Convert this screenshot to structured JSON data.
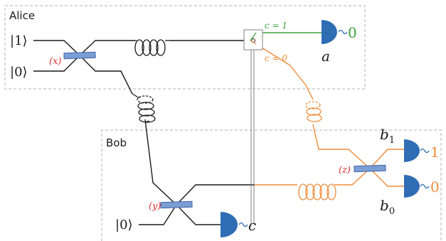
{
  "parties": {
    "alice": "Alice",
    "bob": "Bob"
  },
  "inputs": {
    "alice_top": "|1⟩",
    "alice_bottom": "|0⟩",
    "bob_bottom": "|0⟩"
  },
  "beamsplitters": {
    "x": "(x)",
    "y": "(y)",
    "z": "(z)"
  },
  "switch": {
    "c1": "c = 1",
    "c0": "c = 0"
  },
  "detectors": {
    "a_label": "a",
    "a_value": "0",
    "b1_label": "b",
    "b1_sub": "1",
    "b1_value": "1",
    "b0_label": "b",
    "b0_sub": "0",
    "b0_value": "0",
    "c_label": "c"
  },
  "colors": {
    "black_path": "#1a1a1a",
    "orange_path": "#f08c3a",
    "green_path": "#3aa23a",
    "red_label": "#e03030",
    "detector_blue": "#2f6db5",
    "splitter_blue": "#7b9fd4",
    "box_gray": "#b0b0b0"
  }
}
